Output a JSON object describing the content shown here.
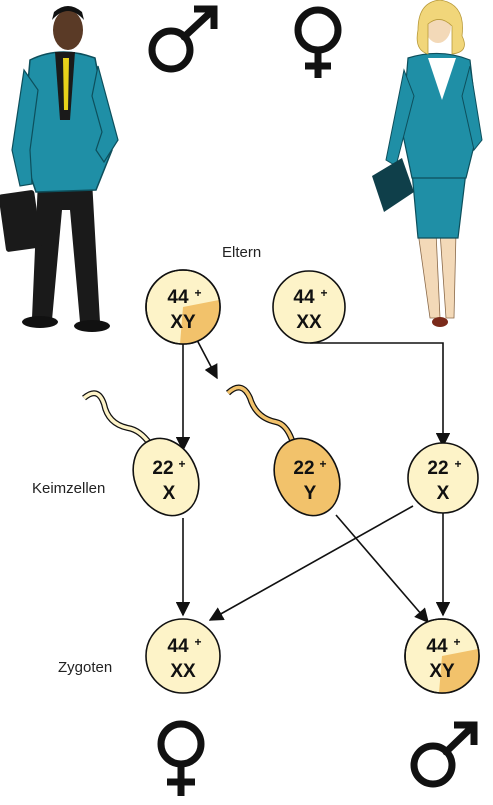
{
  "labels": {
    "parents": "Eltern",
    "gametes": "Keimzellen",
    "zygotes": "Zygoten"
  },
  "parents": {
    "father": {
      "autosomes": "44",
      "plus": "+",
      "sex": "XY",
      "symbol": "male-symbol"
    },
    "mother": {
      "autosomes": "44",
      "plus": "+",
      "sex": "XX",
      "symbol": "female-symbol"
    }
  },
  "gametes": {
    "sperm_x": {
      "autosomes": "22",
      "plus": "+",
      "sex": "X"
    },
    "sperm_y": {
      "autosomes": "22",
      "plus": "+",
      "sex": "Y"
    },
    "egg_x": {
      "autosomes": "22",
      "plus": "+",
      "sex": "X"
    }
  },
  "zygotes": {
    "female": {
      "autosomes": "44",
      "plus": "+",
      "sex": "XX",
      "symbol": "female-symbol"
    },
    "male": {
      "autosomes": "44",
      "plus": "+",
      "sex": "XY",
      "symbol": "male-symbol"
    }
  },
  "colors": {
    "cell_fill": "#fdf3c8",
    "y_fill": "#f2c26b",
    "outline": "#111111",
    "suit": "#1f8fa6"
  }
}
